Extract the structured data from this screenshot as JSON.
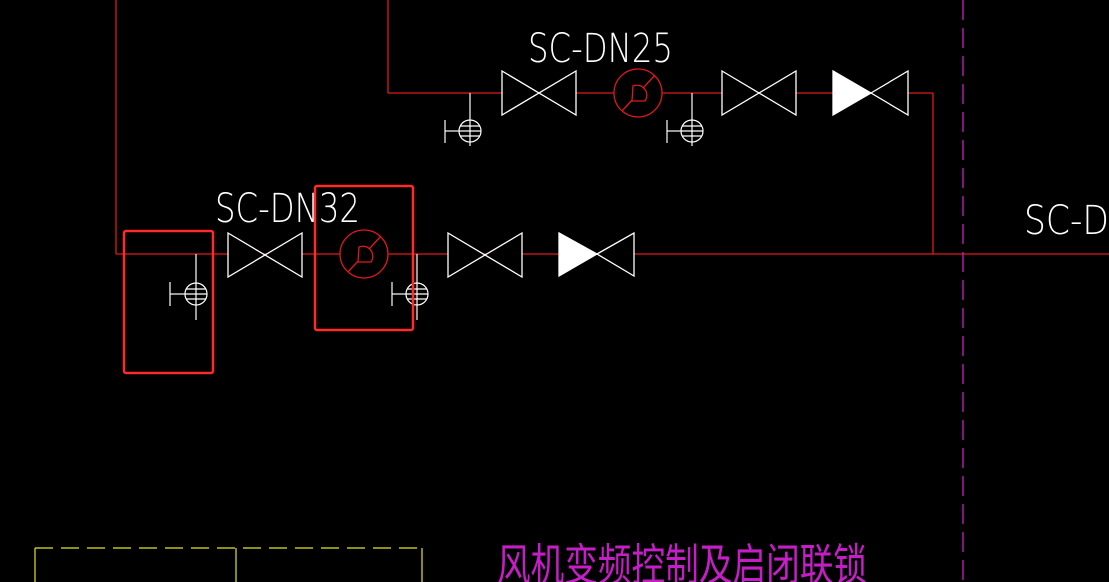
{
  "colors": {
    "background": "#000000",
    "pipe": "#e0191b",
    "symbol": "#ffffff",
    "highlight": "#ff2b2b",
    "section_line": "#c61ec6",
    "title_text": "#c61ec6",
    "frame": "#e6e61e"
  },
  "labels": {
    "pipe_upper": "SC-DN25",
    "pipe_lower": "SC-DN32",
    "pipe_right": "SC-D",
    "title": "风机变频控制及启闭联锁"
  },
  "icons": [
    "gate-valve-icon",
    "check-valve-icon",
    "flow-meter-icon",
    "drain-valve-icon"
  ]
}
